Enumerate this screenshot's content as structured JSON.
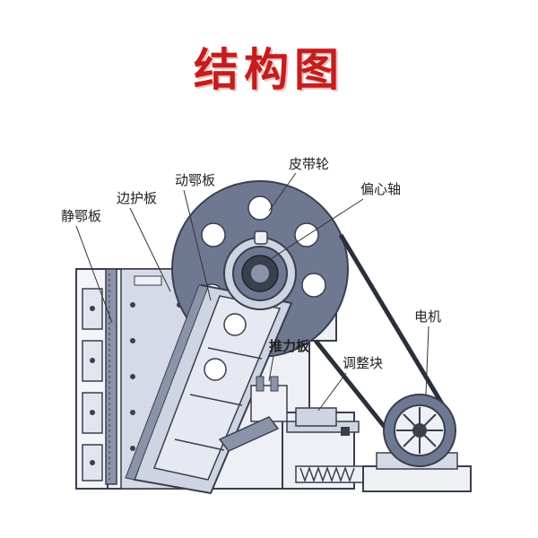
{
  "title": "结构图",
  "labels": {
    "belt_pulley": "皮带轮",
    "eccentric_shaft": "偏心轴",
    "movable_jaw": "动鄂板",
    "side_guard": "边护板",
    "fixed_jaw": "静鄂板",
    "motor": "电机",
    "toggle_plate": "推力板",
    "adjusting_block": "调整块"
  },
  "colors": {
    "title": "#c41d1d",
    "flywheel": "#6f7891",
    "frame": "#eef0f6",
    "jaw": "#8b93a8",
    "jaw_light": "#cfd4e2",
    "outline": "#3a3f4c",
    "belt": "#2a2f3a"
  }
}
